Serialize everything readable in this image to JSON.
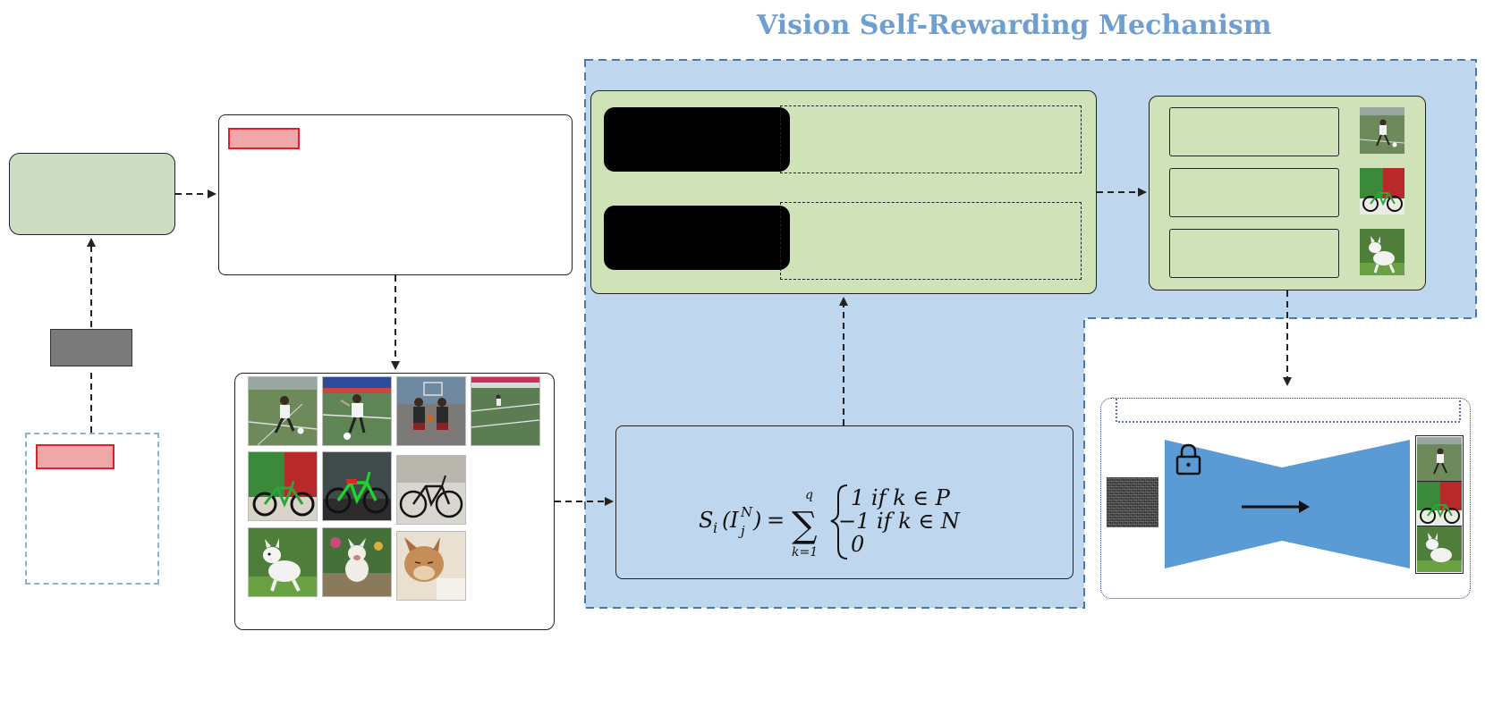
{
  "title": "Vision Self-Rewarding Mechanism",
  "colors": {
    "title": "#6f9fcf",
    "vs_region_fill": "#bfd7ee",
    "vs_region_border": "#4a78a8",
    "green_fill": "#d0e2b8",
    "llm_fill": "#cddcc5",
    "pink_tag": "#efa7aa",
    "pink_tag_border": "#e0202a",
    "diffusion_shape": "#5b9bd5",
    "arrow": "#222222"
  },
  "icons": {
    "lock": "lock-icon",
    "arrow": "right-arrow-icon"
  },
  "formula": {
    "lhs_base": "S",
    "lhs_sub": "i",
    "lhs_img": "I",
    "lhs_img_sub": "j",
    "lhs_img_sup": "N",
    "equals": "=",
    "sum_top": "q",
    "sum_bottom": "k=1",
    "case1": "1 if k ∈ P",
    "case2": "−1 if k ∈ N",
    "case3": "0"
  },
  "gallery": {
    "rows": [
      [
        "soccer-player",
        "soccer-player",
        "basketball-players",
        "soccer-field"
      ],
      [
        "green-bicycle",
        "green-bicycle",
        "vintage-bicycle"
      ],
      [
        "white-dog",
        "white-dog",
        "sleeping-dog"
      ]
    ]
  },
  "selected": [
    "soccer-player",
    "green-bicycle",
    "white-dog"
  ]
}
